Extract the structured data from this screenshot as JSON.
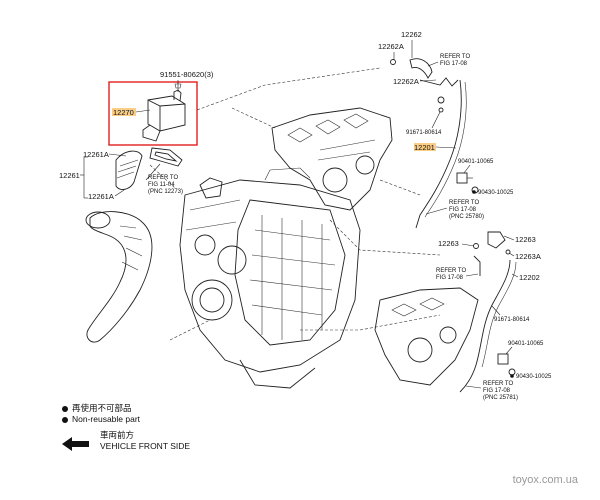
{
  "colors": {
    "highlight_box": "#e02020",
    "highlight_text": "#f5a623",
    "ink": "#222222",
    "watermark": "#999999"
  },
  "labels": {
    "p12262": "12262",
    "p12262A_top": "12262A",
    "p12262A_mid": "12262A",
    "refer_top": "REFER TO",
    "refer_top_fig": "FIG 17-08",
    "p91551": "91551-80620(3)",
    "p12270": "12270",
    "p91671_top": "91671-80614",
    "p12201": "12201",
    "p90401_top": "90401-10065",
    "p90430_top": "90430-10025",
    "refer_mid": "REFER TO",
    "refer_mid_fig": "FIG 17-08",
    "refer_mid_pnc": "(PNC 25780)",
    "p12261A_top": "12261A",
    "p12261": "12261",
    "p12261A_bot": "12261A",
    "refer_left": "REFER TO",
    "refer_left_fig": "FIG 11-04",
    "refer_left_pnc": "(PNC 12273)",
    "p12263_left": "12263",
    "p12263_right": "12263",
    "p12263A": "12263A",
    "refer_r": "REFER TO",
    "refer_r_fig": "FIG 17-08",
    "p12202": "12202",
    "p91671_bot": "91671-80614",
    "p90401_bot": "90401-10065",
    "p90430_bot": "90430-10025",
    "refer_bot": "REFER TO",
    "refer_bot_fig": "FIG 17-08",
    "refer_bot_pnc": "(PNC 25781)"
  },
  "legend": {
    "line1": "再使用不可部品",
    "line2": "Non-reusable part"
  },
  "front": {
    "line1": "車両前方",
    "line2": "VEHICLE FRONT SIDE"
  },
  "watermark": "toyox.com.ua"
}
